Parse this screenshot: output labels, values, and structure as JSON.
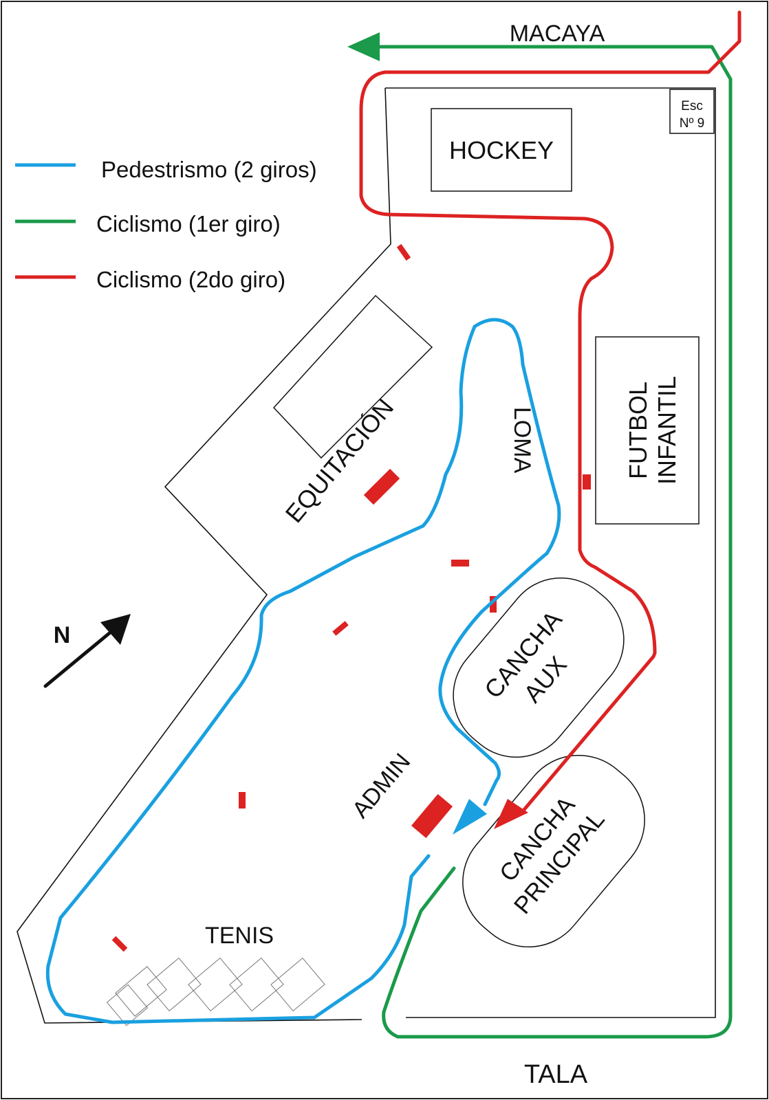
{
  "streets": {
    "north": "MACAYA",
    "south": "TALA"
  },
  "legend": [
    {
      "label": "Pedestrismo (2 giros)",
      "color": "#1aa0e0"
    },
    {
      "label": "Ciclismo (1er giro)",
      "color": "#1a9a4a"
    },
    {
      "label": "Ciclismo (2do giro)",
      "color": "#dd2222"
    }
  ],
  "areas": {
    "hockey": "HOCKEY",
    "school_line1": "Esc",
    "school_line2": "Nº 9",
    "equitacion": "EQUITACIÓN",
    "loma": "LOMA",
    "futbol_line1": "FUTBOL",
    "futbol_line2": "INFANTIL",
    "cancha_aux_line1": "CANCHA",
    "cancha_aux_line2": "AUX",
    "admin": "ADMIN",
    "cancha_principal_line1": "CANCHA",
    "cancha_principal_line2": "PRINCIPAL",
    "tenis": "TENIS"
  },
  "compass": {
    "label": "N",
    "icon": "north-arrow-icon"
  },
  "colors": {
    "running": "#1aa0e0",
    "cycling_lap1": "#1a9a4a",
    "cycling_lap2": "#dd2222",
    "building": "#dd2222",
    "outline": "#111111"
  }
}
